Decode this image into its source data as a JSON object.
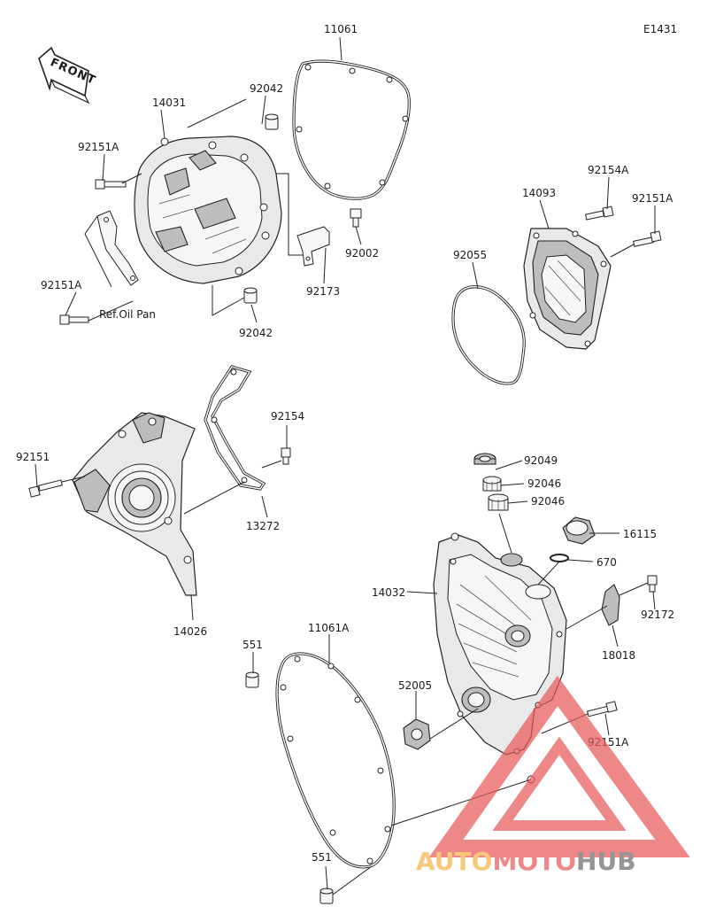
{
  "diagram_code": "E1431",
  "front_label": "FRONT",
  "ref_note": "Ref.Oil Pan",
  "labels": {
    "p11061": "11061",
    "p92042_top": "92042",
    "p14031": "14031",
    "p92151A_1": "92151A",
    "p92151A_2": "92151A",
    "p92002": "92002",
    "p92173": "92173",
    "p92042_bottom": "92042",
    "p92154A": "92154A",
    "p92151A_3": "92151A",
    "p14093": "14093",
    "p92055": "92055",
    "p92154": "92154",
    "p92151": "92151",
    "p13272": "13272",
    "p14026": "14026",
    "p92049": "92049",
    "p92046_a": "92046",
    "p92046_b": "92046",
    "p16115": "16115",
    "p670": "670",
    "p14032": "14032",
    "p92172": "92172",
    "p18018": "18018",
    "p551_top": "551",
    "p11061A": "11061A",
    "p52005": "52005",
    "p92151A_4": "92151A",
    "p551_bottom": "551"
  },
  "watermark": {
    "brand_auto": "AUTO",
    "brand_moto": "MOTO",
    "brand_hub": "HUB",
    "color_red": "#e85a5a",
    "color_orange": "#f5b24a",
    "color_gray": "#6b6b6b"
  }
}
